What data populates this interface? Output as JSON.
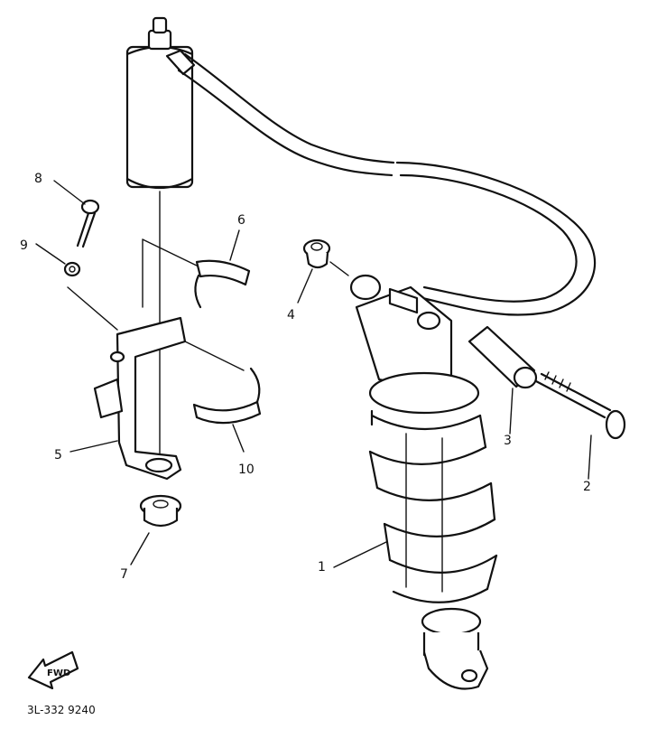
{
  "callouts": {
    "c1": "1",
    "c2": "2",
    "c3": "3",
    "c4": "4",
    "c5": "5",
    "c6": "6",
    "c7": "7",
    "c8": "8",
    "c9": "9",
    "c10": "10"
  },
  "fwd_label": "FWD",
  "drawing_code": "3L-332 9240",
  "line_color": "#111111",
  "background_color": "#ffffff"
}
